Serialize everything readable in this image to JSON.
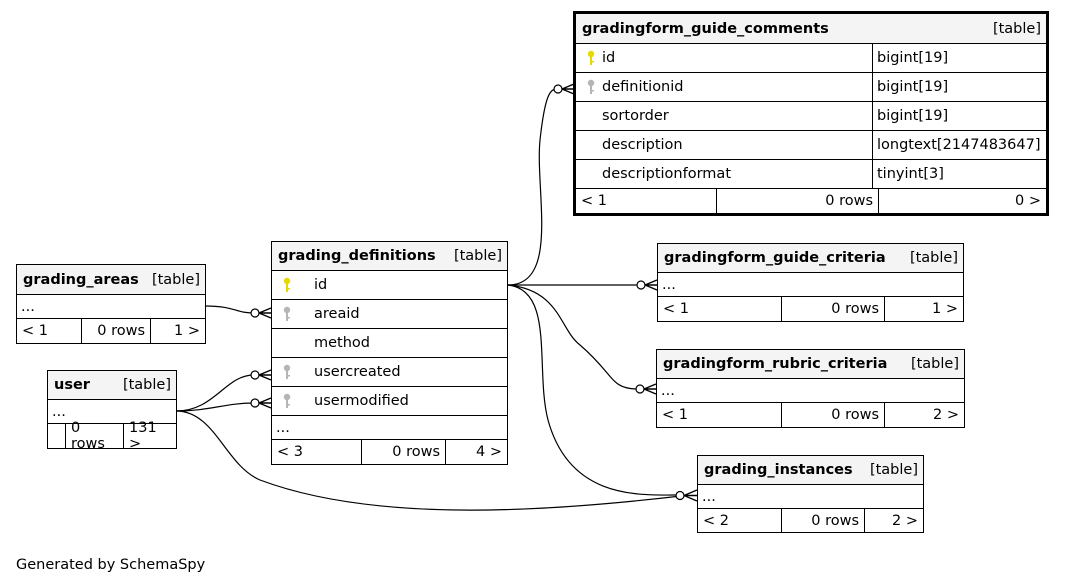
{
  "footer": {
    "generated": "Generated by SchemaSpy"
  },
  "tables": {
    "guide_comments": {
      "name": "gradingform_guide_comments",
      "type": "[table]",
      "columns": [
        {
          "name": "id",
          "type": "bigint[19]",
          "key": "primary"
        },
        {
          "name": "definitionid",
          "type": "bigint[19]",
          "key": "foreign"
        },
        {
          "name": "sortorder",
          "type": "bigint[19]",
          "key": "none"
        },
        {
          "name": "description",
          "type": "longtext[2147483647]",
          "key": "none"
        },
        {
          "name": "descriptionformat",
          "type": "tinyint[3]",
          "key": "none"
        }
      ],
      "footer": {
        "parents": "< 1",
        "rows": "0 rows",
        "children": "0 >"
      }
    },
    "definitions": {
      "name": "grading_definitions",
      "type": "[table]",
      "columns": [
        {
          "name": "id",
          "key": "primary"
        },
        {
          "name": "areaid",
          "key": "foreign"
        },
        {
          "name": "method",
          "key": "none"
        },
        {
          "name": "usercreated",
          "key": "foreign"
        },
        {
          "name": "usermodified",
          "key": "foreign"
        }
      ],
      "ellipsis": "...",
      "footer": {
        "parents": "< 3",
        "rows": "0 rows",
        "children": "4 >"
      }
    },
    "areas": {
      "name": "grading_areas",
      "type": "[table]",
      "ellipsis": "...",
      "footer": {
        "parents": "< 1",
        "rows": "0 rows",
        "children": "1 >"
      }
    },
    "user": {
      "name": "user",
      "type": "[table]",
      "ellipsis": "...",
      "footer": {
        "parents": "",
        "rows": "0 rows",
        "children": "131 >"
      }
    },
    "guide_criteria": {
      "name": "gradingform_guide_criteria",
      "type": "[table]",
      "ellipsis": "...",
      "footer": {
        "parents": "< 1",
        "rows": "0 rows",
        "children": "1 >"
      }
    },
    "rubric_criteria": {
      "name": "gradingform_rubric_criteria",
      "type": "[table]",
      "ellipsis": "...",
      "footer": {
        "parents": "< 1",
        "rows": "0 rows",
        "children": "2 >"
      }
    },
    "instances": {
      "name": "grading_instances",
      "type": "[table]",
      "ellipsis": "...",
      "footer": {
        "parents": "< 2",
        "rows": "0 rows",
        "children": "2 >"
      }
    }
  },
  "colors": {
    "primary_key": "#e6d800",
    "foreign_key": "#b5b5b5",
    "header_bg": "#f4f4f4"
  },
  "icons": {
    "primary_key": "key-icon",
    "foreign_key": "key-icon"
  }
}
